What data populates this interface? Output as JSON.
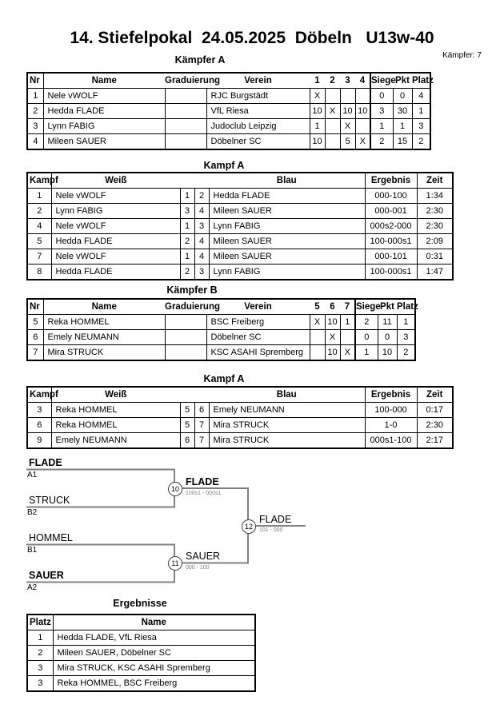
{
  "page": {
    "title": "14. Stiefelpokal  24.05.2025  Döbeln   U13w-40",
    "fighter_count": "Kämpfer: 7"
  },
  "colors": {
    "text": "#000000",
    "table_border": "#000000",
    "bracket_line": "#808080",
    "score_text": "#808080"
  },
  "tables": {
    "kaempfer_a": {
      "title": "Kämpfer A",
      "headers": {
        "nr": "Nr",
        "name": "Name",
        "grad": "Graduierung",
        "verein": "Verein",
        "c1": "1",
        "c2": "2",
        "c3": "3",
        "c4": "4",
        "siege": "Siege",
        "pkt": "Pkt",
        "platz": "Platz"
      },
      "rows": [
        {
          "nr": "1",
          "name": "Nele vWOLF",
          "grad": "",
          "verein": "RJC Burgstädt",
          "c1": "X",
          "c2": "",
          "c3": "",
          "c4": "",
          "siege": "0",
          "pkt": "0",
          "platz": "4"
        },
        {
          "nr": "2",
          "name": "Hedda FLADE",
          "grad": "",
          "verein": "VfL Riesa",
          "c1": "10",
          "c2": "X",
          "c3": "10",
          "c4": "10",
          "siege": "3",
          "pkt": "30",
          "platz": "1"
        },
        {
          "nr": "3",
          "name": "Lynn FABIG",
          "grad": "",
          "verein": "Judoclub Leipzig",
          "c1": "1",
          "c2": "",
          "c3": "X",
          "c4": "",
          "siege": "1",
          "pkt": "1",
          "platz": "3"
        },
        {
          "nr": "4",
          "name": "Mileen SAUER",
          "grad": "",
          "verein": "Döbelner SC",
          "c1": "10",
          "c2": "",
          "c3": "5",
          "c4": "X",
          "siege": "2",
          "pkt": "15",
          "platz": "2"
        }
      ]
    },
    "kampf_a1": {
      "title": "Kampf A",
      "headers": {
        "kampf": "Kampf",
        "weiss": "Weiß",
        "blau": "Blau",
        "ergebnis": "Ergebnis",
        "zeit": "Zeit"
      },
      "rows": [
        {
          "kampf": "1",
          "weiss": "Nele vWOLF",
          "wb": false,
          "n1": "1",
          "n2": "2",
          "blau": "Hedda FLADE",
          "bb": true,
          "ergebnis": "000-100",
          "zeit": "1:34"
        },
        {
          "kampf": "2",
          "weiss": "Lynn FABIG",
          "wb": false,
          "n1": "3",
          "n2": "4",
          "blau": "Mileen SAUER",
          "bb": true,
          "ergebnis": "000-001",
          "zeit": "2:30"
        },
        {
          "kampf": "4",
          "weiss": "Nele vWOLF",
          "wb": false,
          "n1": "1",
          "n2": "3",
          "blau": "Lynn FABIG",
          "bb": true,
          "ergebnis": "000s2-000",
          "zeit": "2:30"
        },
        {
          "kampf": "5",
          "weiss": "Hedda FLADE",
          "wb": true,
          "n1": "2",
          "n2": "4",
          "blau": "Mileen SAUER",
          "bb": false,
          "ergebnis": "100-000s1",
          "zeit": "2:09"
        },
        {
          "kampf": "7",
          "weiss": "Nele vWOLF",
          "wb": false,
          "n1": "1",
          "n2": "4",
          "blau": "Mileen SAUER",
          "bb": true,
          "ergebnis": "000-101",
          "zeit": "0:31"
        },
        {
          "kampf": "8",
          "weiss": "Hedda FLADE",
          "wb": true,
          "n1": "2",
          "n2": "3",
          "blau": "Lynn FABIG",
          "bb": false,
          "ergebnis": "100-000s1",
          "zeit": "1:47"
        }
      ]
    },
    "kaempfer_b": {
      "title": "Kämpfer B",
      "headers": {
        "nr": "Nr",
        "name": "Name",
        "grad": "Graduierung",
        "verein": "Verein",
        "c1": "5",
        "c2": "6",
        "c3": "7",
        "siege": "Siege",
        "pkt": "Pkt",
        "platz": "Platz"
      },
      "rows": [
        {
          "nr": "5",
          "name": "Reka HOMMEL",
          "grad": "",
          "verein": "BSC Freiberg",
          "c1": "X",
          "c2": "10",
          "c3": "1",
          "siege": "2",
          "pkt": "11",
          "platz": "1"
        },
        {
          "nr": "6",
          "name": "Emely NEUMANN",
          "grad": "",
          "verein": "Döbelner SC",
          "c1": "",
          "c2": "X",
          "c3": "",
          "siege": "0",
          "pkt": "0",
          "platz": "3"
        },
        {
          "nr": "7",
          "name": "Mira STRUCK",
          "grad": "",
          "verein": "KSC ASAHI Spremberg",
          "c1": "",
          "c2": "10",
          "c3": "X",
          "siege": "1",
          "pkt": "10",
          "platz": "2"
        }
      ]
    },
    "kampf_a2": {
      "title": "Kampf A",
      "headers": {
        "kampf": "Kampf",
        "weiss": "Weiß",
        "blau": "Blau",
        "ergebnis": "Ergebnis",
        "zeit": "Zeit"
      },
      "rows": [
        {
          "kampf": "3",
          "weiss": "Reka HOMMEL",
          "wb": true,
          "n1": "5",
          "n2": "6",
          "blau": "Emely NEUMANN",
          "bb": false,
          "ergebnis": "100-000",
          "zeit": "0:17"
        },
        {
          "kampf": "6",
          "weiss": "Reka HOMMEL",
          "wb": true,
          "n1": "5",
          "n2": "7",
          "blau": "Mira STRUCK",
          "bb": false,
          "ergebnis": "1-0",
          "zeit": "2:30"
        },
        {
          "kampf": "9",
          "weiss": "Emely NEUMANN",
          "wb": false,
          "n1": "6",
          "n2": "7",
          "blau": "Mira STRUCK",
          "bb": true,
          "ergebnis": "000s1-100",
          "zeit": "2:17"
        }
      ]
    },
    "ergebnisse": {
      "title": "Ergebnisse",
      "headers": {
        "platz": "Platz",
        "name": "Name"
      },
      "rows": [
        {
          "platz": "1",
          "name": "Hedda FLADE, VfL Riesa"
        },
        {
          "platz": "2",
          "name": "Mileen SAUER, Döbelner SC"
        },
        {
          "platz": "3",
          "name": "Mira STRUCK, KSC ASAHI Spremberg"
        },
        {
          "platz": "3",
          "name": "Reka HOMMEL, BSC Freiberg"
        }
      ]
    }
  },
  "bracket": {
    "entries": [
      {
        "name": "FLADE",
        "seed": "A1"
      },
      {
        "name": "STRUCK",
        "seed": "B2"
      },
      {
        "name": "HOMMEL",
        "seed": "B1"
      },
      {
        "name": "SAUER",
        "seed": "A2"
      }
    ],
    "matches": [
      {
        "no": "10",
        "winner": "FLADE",
        "score": "100s1 - 000s1"
      },
      {
        "no": "11",
        "winner": "SAUER",
        "score": "000 - 100"
      },
      {
        "no": "12",
        "winner": "FLADE",
        "score": "101 - 000"
      }
    ]
  }
}
